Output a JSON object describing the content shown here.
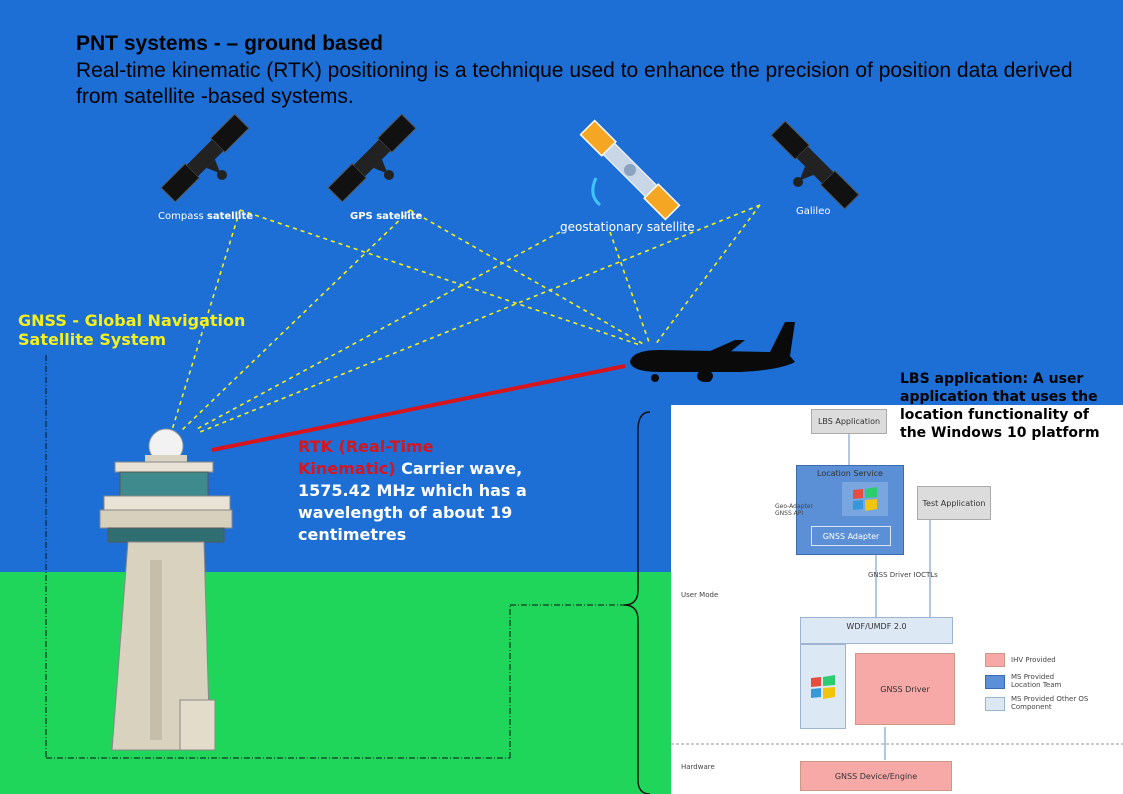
{
  "header": {
    "title": "PNT systems - – ground based",
    "subtitle": "Real-time kinematic (RTK) positioning is a technique used to enhance the precision of position data derived from satellite -based systems."
  },
  "satellites": [
    {
      "pre": "Compass ",
      "bold": "satellite"
    },
    {
      "pre": "",
      "bold": "GPS satellite"
    },
    {
      "pre": "geostationary satellite",
      "bold": ""
    },
    {
      "pre": "Galileo",
      "bold": ""
    }
  ],
  "gnss_label": "GNSS - Global Navigation Satellite System",
  "rtk": {
    "title": "RTK (Real-Time Kinematic)",
    "text": " Carrier wave, 1575.42 MHz which has a wavelength of about 19 centimetres"
  },
  "lbs_label": "LBS application: A user application that uses the location functionality of the Windows 10 platform",
  "arch": {
    "lbs_app": "LBS Application",
    "location_service": "Location Service",
    "gnss_api": "Geo-Adapter GNSS API",
    "gnss_adapter": "GNSS Adapter",
    "test_app": "Test Application",
    "gnss_driver_ioctls": "GNSS Driver IOCTLs",
    "user_mode": "User Mode",
    "wdf": "WDF/UMDF 2.0",
    "gnss_driver": "GNSS Driver",
    "hardware": "Hardware",
    "gnss_device": "GNSS Device/Engine",
    "legend": [
      {
        "label": "IHV Provided",
        "color": "#f7a9a8"
      },
      {
        "label": "MS Provided Location Team",
        "color": "#5b8fd6"
      },
      {
        "label": "MS Provided Other OS Component",
        "color": "#dde8f5"
      }
    ]
  },
  "colors": {
    "sky": "#1d6fd6",
    "ground": "#1fd65a",
    "signal_lines": "#f4f01a",
    "rtk_link": "#d8141c",
    "gnss_text": "#f4f01a"
  }
}
